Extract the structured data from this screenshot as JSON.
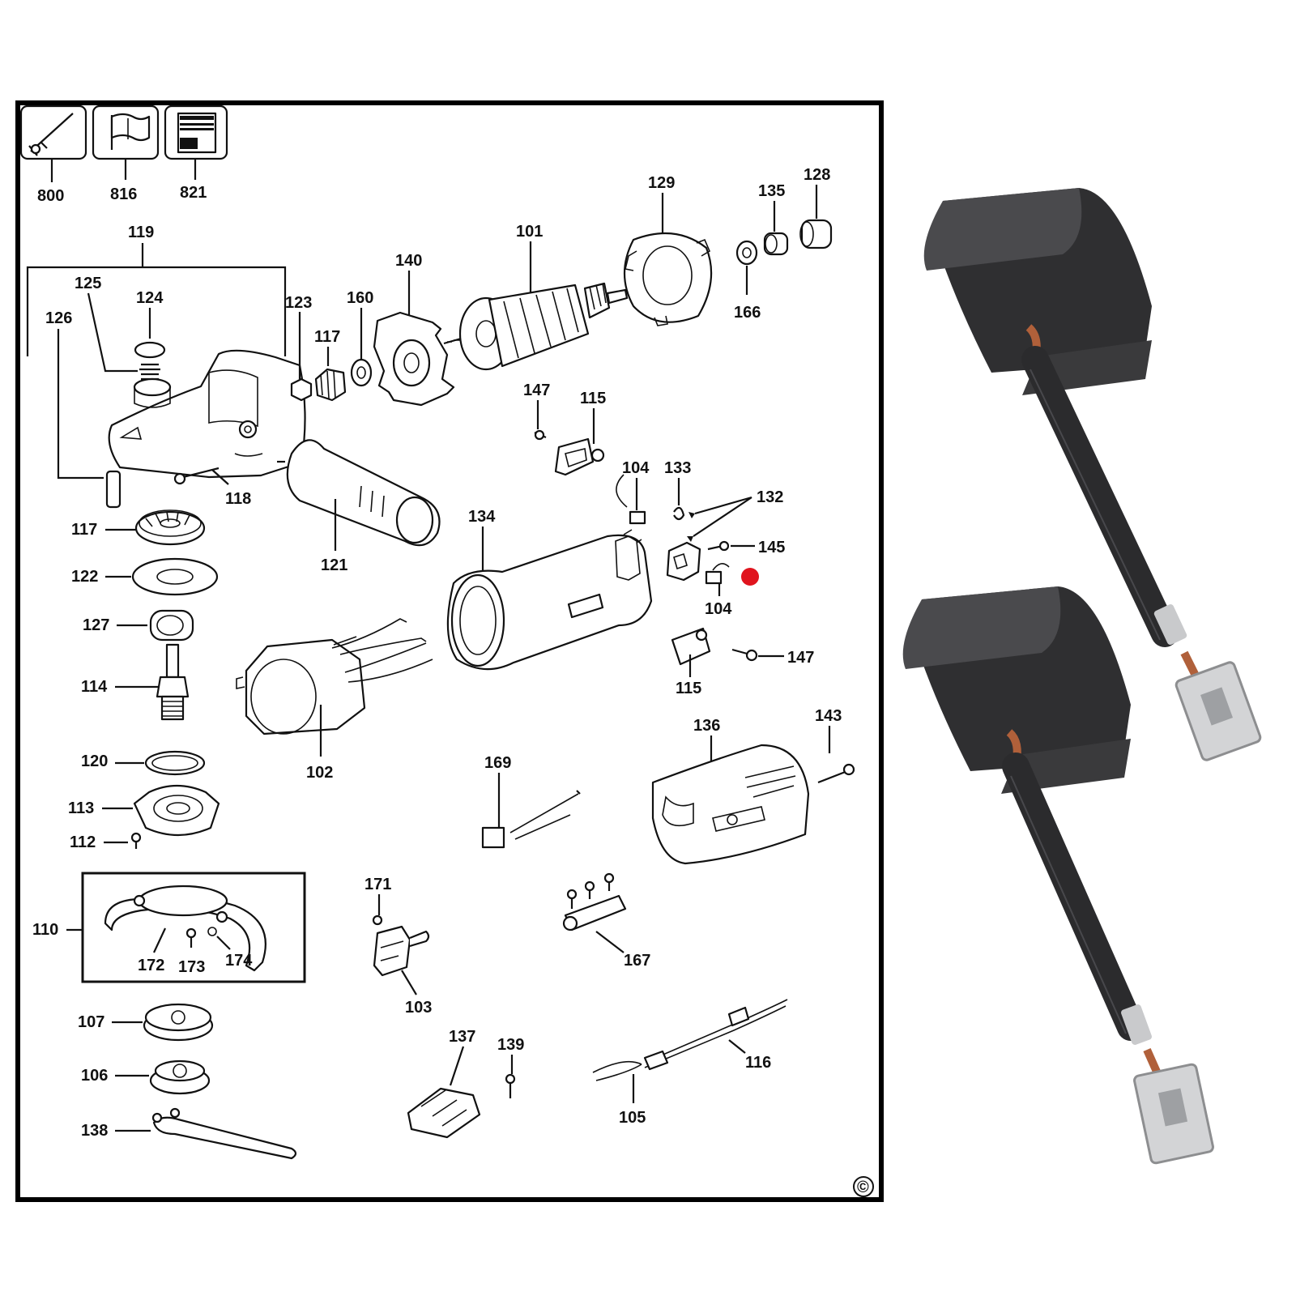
{
  "diagram": {
    "top_icons": [
      {
        "label": "800",
        "icon": "grinder-tool-icon"
      },
      {
        "label": "816",
        "icon": "flag-icon"
      },
      {
        "label": "821",
        "icon": "document-icon"
      }
    ],
    "parts": {
      "p119": "119",
      "p125": "125",
      "p124": "124",
      "p126": "126",
      "p123": "123",
      "p117a": "117",
      "p160": "160",
      "p140": "140",
      "p101": "101",
      "p129": "129",
      "p135": "135",
      "p128": "128",
      "p166": "166",
      "p147a": "147",
      "p115a": "115",
      "p104a": "104",
      "p133": "133",
      "p132": "132",
      "p145": "145",
      "p104b": "104",
      "p147b": "147",
      "p115b": "115",
      "p118": "118",
      "p117b": "117",
      "p121": "121",
      "p134": "134",
      "p122": "122",
      "p127": "127",
      "p114": "114",
      "p102": "102",
      "p120": "120",
      "p113": "113",
      "p112": "112",
      "p136": "136",
      "p143": "143",
      "p169": "169",
      "p110": "110",
      "p172": "172",
      "p173": "173",
      "p174": "174",
      "p171": "171",
      "p103": "103",
      "p167": "167",
      "p107": "107",
      "p106": "106",
      "p138": "138",
      "p137": "137",
      "p139": "139",
      "p116": "116",
      "p105": "105"
    },
    "copyright_symbol": "©",
    "highlight_color": "#e0141e"
  },
  "photo": {
    "items": [
      "carbon-brush-upper",
      "carbon-brush-lower"
    ],
    "colors": {
      "carbon": "#3a3a3c",
      "lead": "#2b2b2d",
      "terminal": "#c9cacc",
      "copper": "#b0603a"
    }
  }
}
